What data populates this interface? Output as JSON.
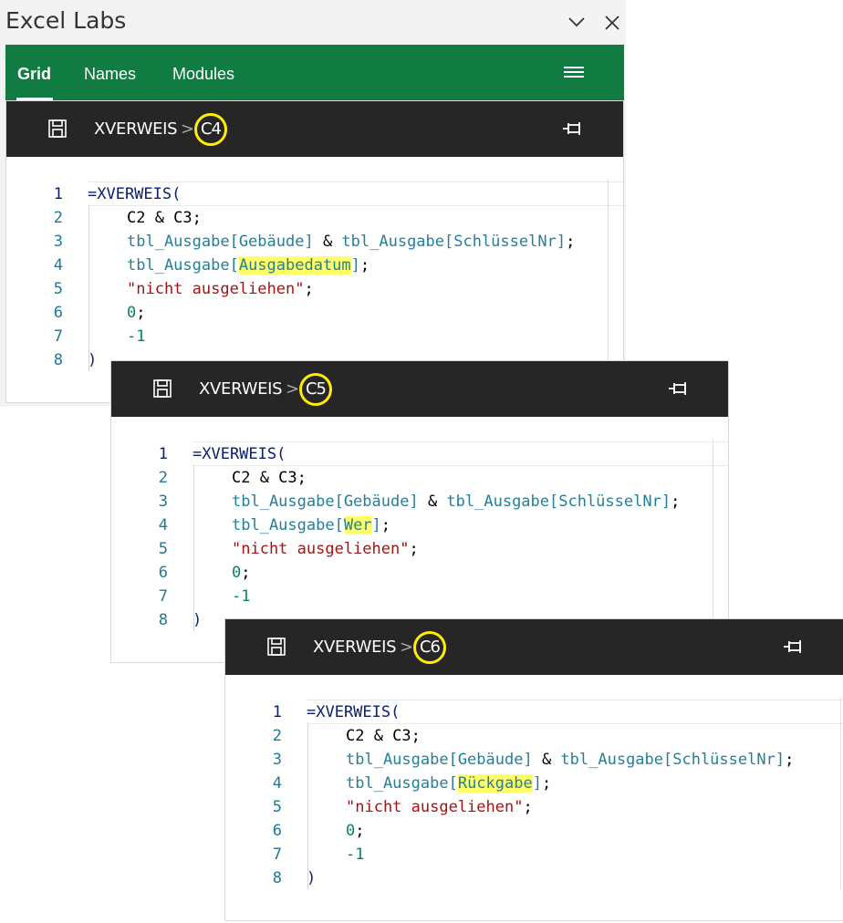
{
  "pane": {
    "title": "Excel Labs",
    "tabs": [
      "Grid",
      "Names",
      "Modules"
    ]
  },
  "editors": [
    {
      "function": "XVERWEIS",
      "cell": "C4",
      "column": "Ausgabedatum"
    },
    {
      "function": "XVERWEIS",
      "cell": "C5",
      "column": "Wer"
    },
    {
      "function": "XVERWEIS",
      "cell": "C6",
      "column": "Rückgabe"
    }
  ],
  "code": {
    "line_numbers": [
      "1",
      "2",
      "3",
      "4",
      "5",
      "6",
      "7",
      "8"
    ],
    "l1": "=XVERWEIS(",
    "l2": "C2 & C3;",
    "l3_a": "tbl_Ausgabe[Gebäude]",
    "l3_b": " & ",
    "l3_c": "tbl_Ausgabe[SchlüsselNr]",
    "l3_d": ";",
    "l4_a": "tbl_Ausgabe[",
    "l4_c": "]",
    "l4_d": ";",
    "l5": "\"nicht ausgeliehen\"",
    "l5_end": ";",
    "l6": "0",
    "l6_end": ";",
    "l7": "-1",
    "l8": ")"
  },
  "colors": {
    "tabbar": "#107c41",
    "header": "#262626",
    "highlight": "#ffff66",
    "cell_ring": "#ffee00"
  },
  "icons": [
    "chevron-down-icon",
    "close-icon",
    "hamburger-menu-icon",
    "save-icon",
    "pin-icon"
  ]
}
